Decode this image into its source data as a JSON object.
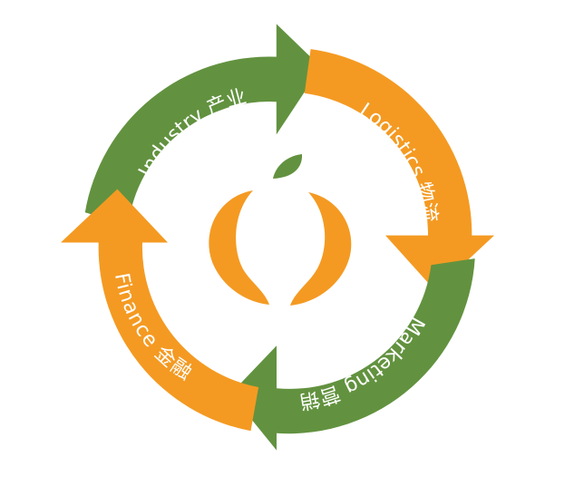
{
  "diagram": {
    "segments": [
      {
        "id": "industry",
        "label": "Industry 产业",
        "color": "#62923f"
      },
      {
        "id": "logistics",
        "label": "Logistics 物流",
        "color": "#f49a22"
      },
      {
        "id": "marketing",
        "label": "Marketing 营销",
        "color": "#62923f"
      },
      {
        "id": "finance",
        "label": "Finance 金融",
        "color": "#f49a22"
      }
    ],
    "logo": {
      "icon": "orange-fruit-logo-icon",
      "body_color": "#f49a22",
      "leaf_color": "#62923f"
    }
  }
}
